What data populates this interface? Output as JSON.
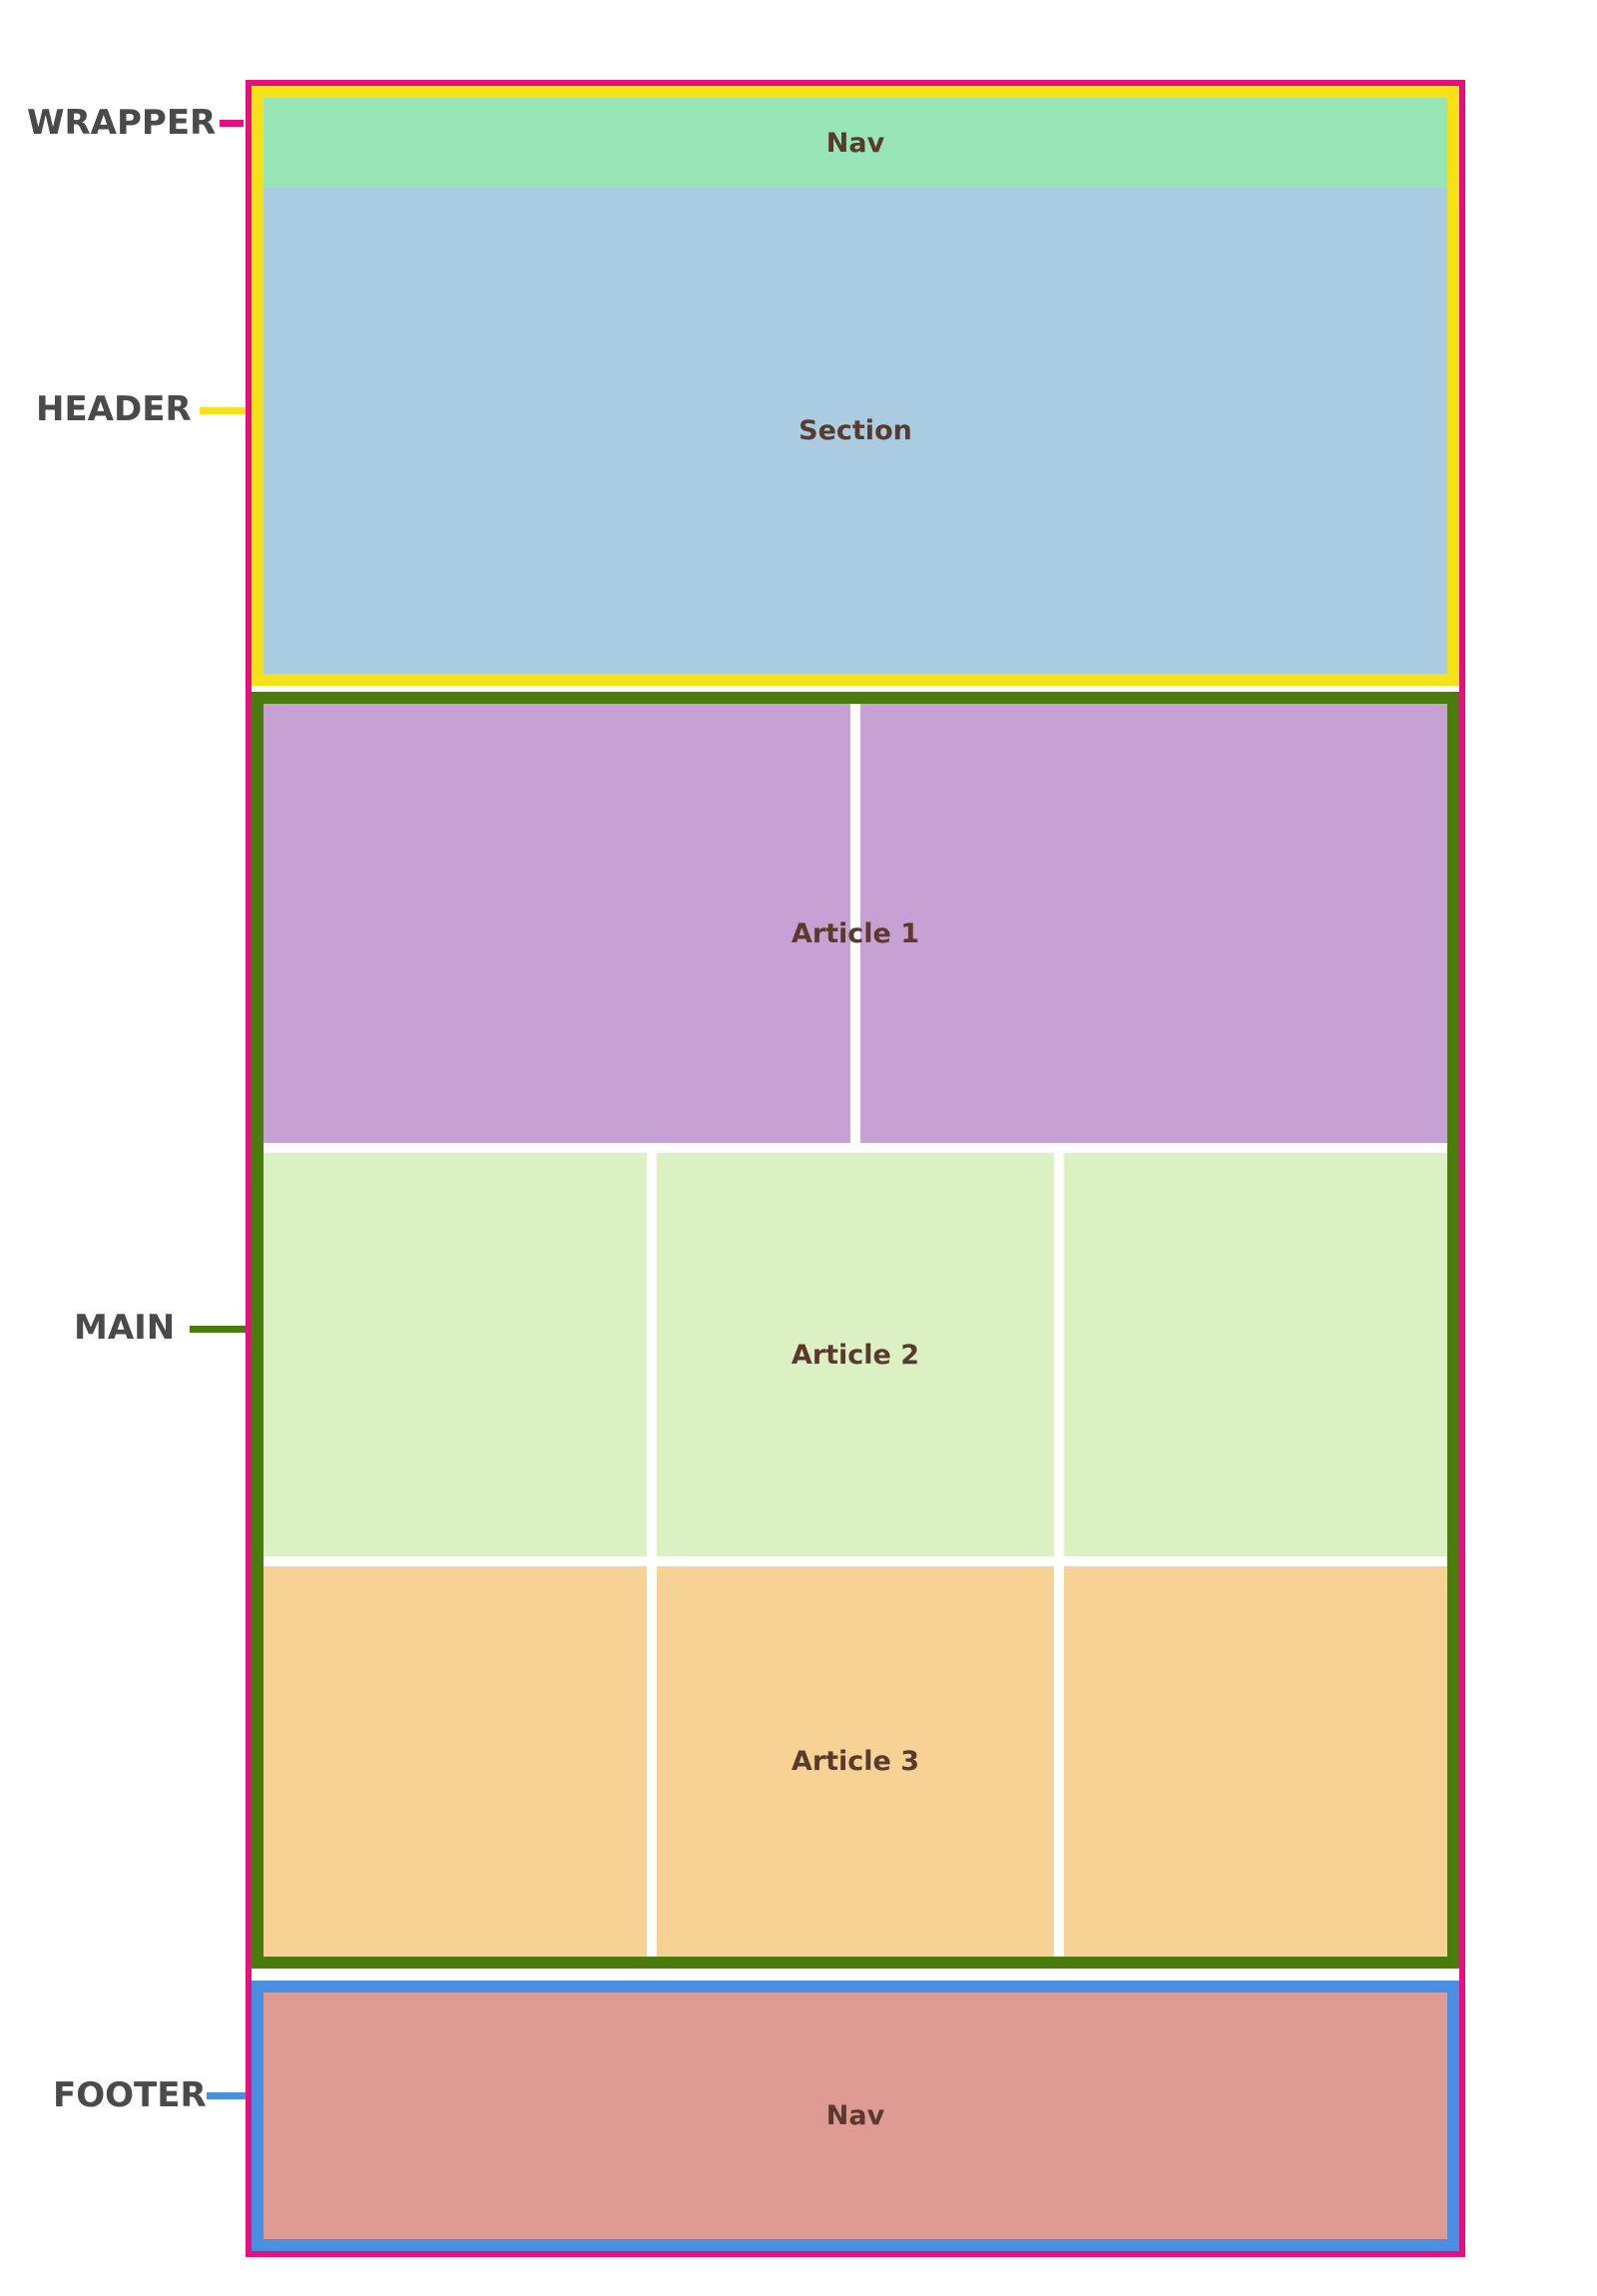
{
  "labels": {
    "wrapper": "WRAPPER",
    "header": "HEADER",
    "main": "MAIN",
    "footer": "FOOTER"
  },
  "blocks": {
    "header_nav": "Nav",
    "section": "Section",
    "article1": "Article 1",
    "article2": "Article 2",
    "article3": "Article 3",
    "footer_nav": "Nav"
  },
  "colors": {
    "wrapper": "#e4107f",
    "header": "#f5e11a",
    "main": "#4a7c0d",
    "footer": "#4a90e2",
    "nav": "#98e5b8",
    "section": "#aacce1",
    "article1": "#c7a1d4",
    "article2": "#dbf1c4",
    "article3": "#f8d194",
    "footer_nav": "#df9b93"
  }
}
